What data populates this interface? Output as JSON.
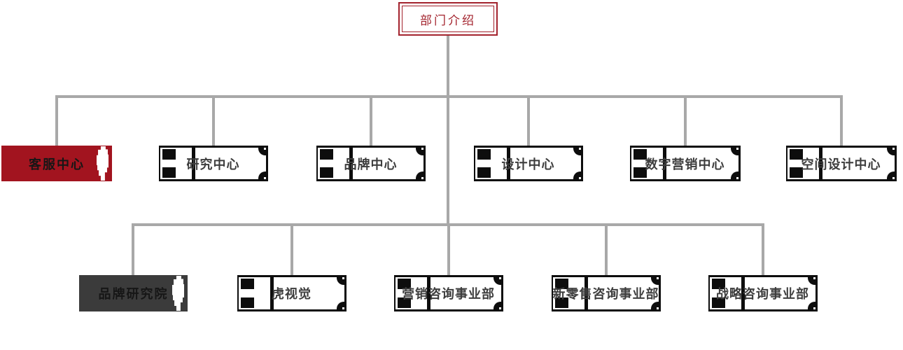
{
  "org_chart": {
    "type": "org-tree",
    "root": {
      "label": "部门介绍"
    },
    "level1": [
      {
        "label": "客服中心",
        "variant": "solid-red"
      },
      {
        "label": "研究中心",
        "variant": "outline"
      },
      {
        "label": "品牌中心",
        "variant": "outline"
      },
      {
        "label": "设计中心",
        "variant": "outline"
      },
      {
        "label": "数字营销中心",
        "variant": "outline"
      },
      {
        "label": "空间设计中心",
        "variant": "outline"
      }
    ],
    "level2": [
      {
        "label": "品牌研究院",
        "variant": "solid-dark"
      },
      {
        "label": "虎视觉",
        "variant": "outline"
      },
      {
        "label": "营销咨询事业部",
        "variant": "outline"
      },
      {
        "label": "新零售咨询事业部",
        "variant": "outline"
      },
      {
        "label": "战略咨询事业部",
        "variant": "outline"
      }
    ],
    "colors": {
      "connector": "#a8a8a8",
      "box_outline": "#0d0d0d",
      "box_label": "#3d3d3d",
      "solid_label": "#161616",
      "red_fill": "#a2141f",
      "dark_fill": "#3b3b3b",
      "title_red": "#a3232d"
    }
  }
}
